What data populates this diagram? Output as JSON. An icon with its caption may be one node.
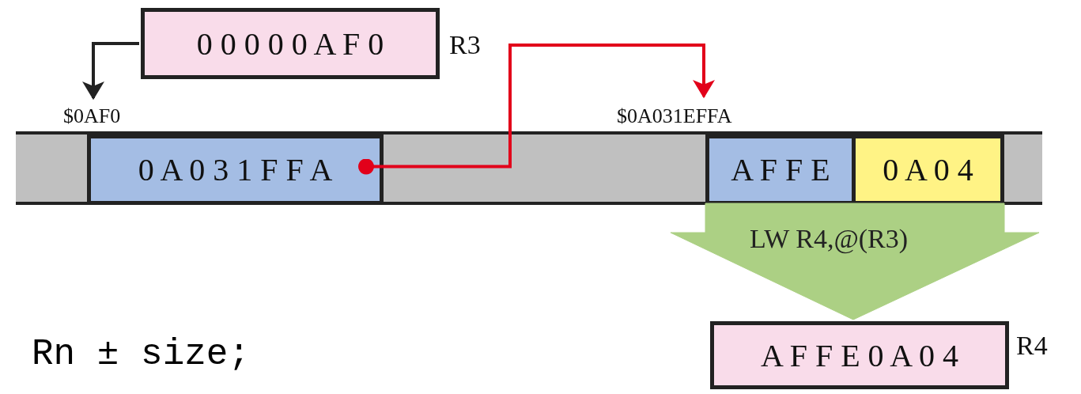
{
  "diagram": {
    "nodes": [
      {
        "text": [
          "0 0 0 0 0 A F 0"
        ],
        "beside": [
          "R3"
        ]
      },
      {
        "text": [],
        "shape": "bar"
      },
      {
        "text": [
          "0 A 0 3 1 F F A"
        ],
        "in": 1,
        "beside": [
          "$0AF0"
        ]
      },
      {
        "text": [
          "A F F E"
        ],
        "in": 1,
        "beside": [
          "$0A031EFFA"
        ]
      },
      {
        "text": [
          "0 A 0 4"
        ],
        "in": 1
      },
      {
        "text": [
          "A F F E 0 A 0 4"
        ],
        "beside": [
          "R4"
        ]
      }
    ],
    "edges": [
      {
        "from": 0,
        "to": 2,
        "arrow": "to"
      },
      {
        "from": 2,
        "to": 3,
        "arrow": "to",
        "color": "#e2001a"
      },
      {
        "from": 3,
        "to": 5,
        "arrow": "to",
        "style": "thick",
        "color": "#acd084",
        "label": "LW R4,@(R3)"
      },
      {
        "from": 4,
        "to": 5,
        "arrow": "to",
        "style": "thick",
        "color": "#acd084"
      }
    ],
    "labels": [
      "Rn ± size;"
    ]
  }
}
